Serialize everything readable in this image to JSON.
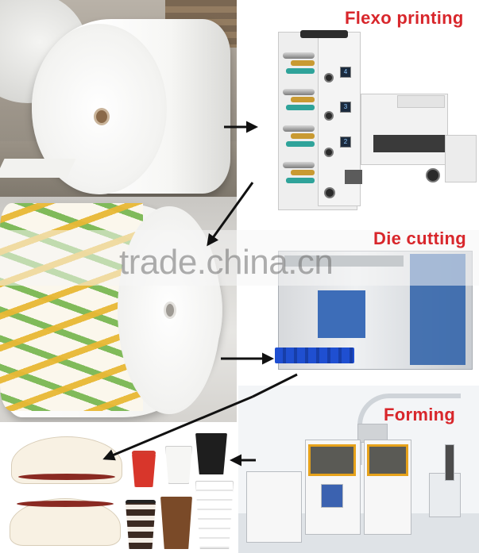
{
  "captions": {
    "flexo": "Flexo printing",
    "die": "Die cutting",
    "forming": "Forming"
  },
  "watermark": "trade.china.cn",
  "machine_units": [
    "4",
    "3",
    "2"
  ],
  "colors": {
    "caption": "#d8262b",
    "arrow": "#111111"
  },
  "steps": [
    "white-paper-roll",
    "printed-paper-roll",
    "flexo-printing-machine",
    "die-cutting-machine",
    "forming-machine",
    "paper-cups"
  ]
}
